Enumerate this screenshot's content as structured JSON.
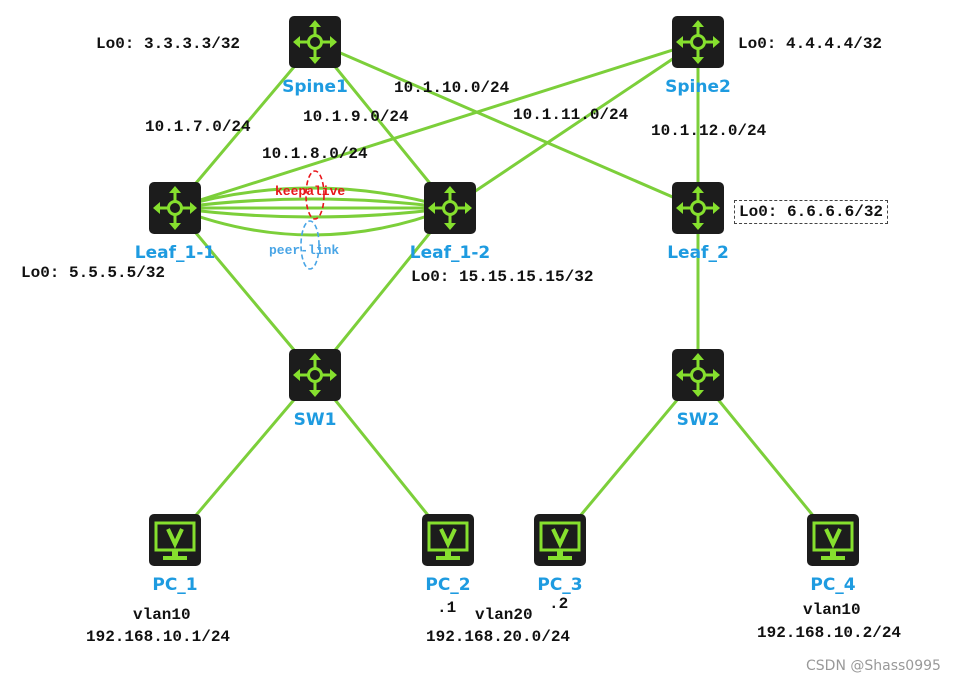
{
  "colors": {
    "link": "#7ccf3a",
    "icon_bg": "#1c1c1c",
    "icon_fg": "#86e02e",
    "label": "#1e9be0",
    "keepalive": "#e8161b",
    "peer_link": "#49a5e6"
  },
  "devices": {
    "spine1": {
      "label": "Spine1",
      "icon": "router-icon"
    },
    "spine2": {
      "label": "Spine2",
      "icon": "router-icon"
    },
    "leaf11": {
      "label": "Leaf_1-1",
      "icon": "router-icon"
    },
    "leaf12": {
      "label": "Leaf_1-2",
      "icon": "router-icon"
    },
    "leaf2": {
      "label": "Leaf_2",
      "icon": "router-icon"
    },
    "sw1": {
      "label": "SW1",
      "icon": "router-icon"
    },
    "sw2": {
      "label": "SW2",
      "icon": "router-icon"
    },
    "pc1": {
      "label": "PC_1",
      "icon": "monitor-icon"
    },
    "pc2": {
      "label": "PC_2",
      "icon": "monitor-icon"
    },
    "pc3": {
      "label": "PC_3",
      "icon": "monitor-icon"
    },
    "pc4": {
      "label": "PC_4",
      "icon": "monitor-icon"
    }
  },
  "loopbacks": {
    "spine1": "Lo0: 3.3.3.3/32",
    "spine2": "Lo0: 4.4.4.4/32",
    "leaf11": "Lo0: 5.5.5.5/32",
    "leaf12": "Lo0: 15.15.15.15/32",
    "leaf2": "Lo0: 6.6.6.6/32"
  },
  "subnets": {
    "s7": "10.1.7.0/24",
    "s8": "10.1.8.0/24",
    "s9": "10.1.9.0/24",
    "s10": "10.1.10.0/24",
    "s11": "10.1.11.0/24",
    "s12": "10.1.12.0/24"
  },
  "annotations": {
    "keepalive": "keepalive",
    "peer_link": "peer-link"
  },
  "pc_info": {
    "pc1_vlan": "vlan10",
    "pc1_ip": "192.168.10.1/24",
    "pc2_host": ".1",
    "pc3_host": ".2",
    "vlan20": "vlan20",
    "vlan20_net": "192.168.20.0/24",
    "pc4_vlan": "vlan10",
    "pc4_ip": "192.168.10.2/24"
  },
  "watermark": "CSDN @Shass0995"
}
